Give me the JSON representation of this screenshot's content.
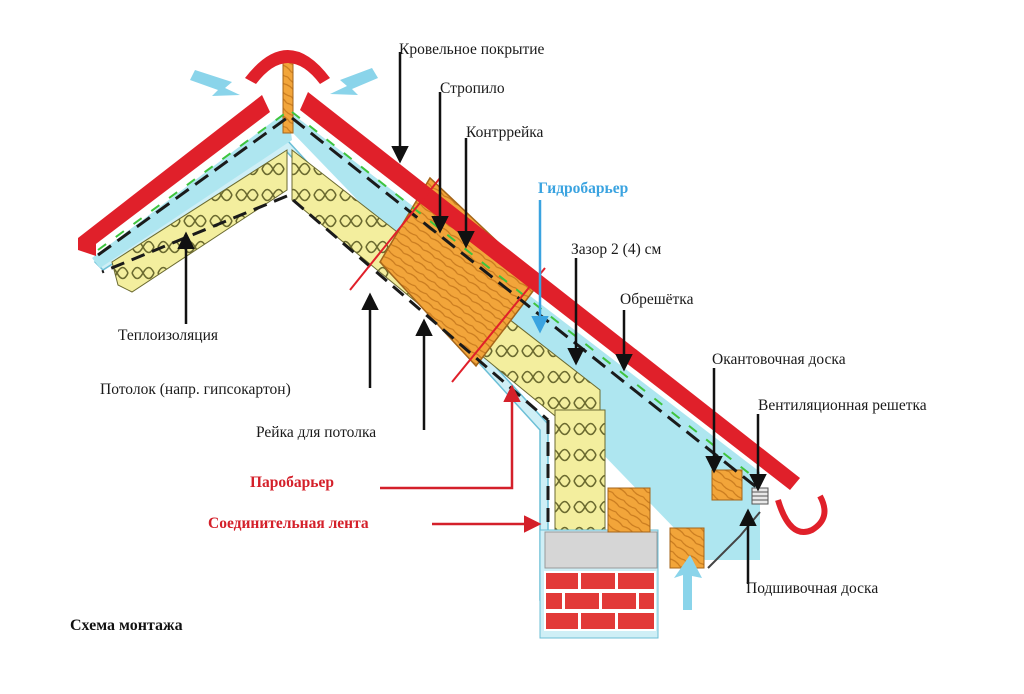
{
  "caption": "Схема монтажа",
  "labels": {
    "roof_cover": "Кровельное покрытие",
    "rafter": "Стропило",
    "counter_batten": "Контррейка",
    "water_barrier": "Гидробарьер",
    "gap": "Зазор 2 (4) см",
    "battens": "Обрешётка",
    "edge_board": "Окантовочная доска",
    "vent_grille": "Вентиляционная решетка",
    "insulation": "Теплоизоляция",
    "ceiling": "Потолок (напр. гипсокартон)",
    "ceiling_rail": "Рейка для потолка",
    "vapor_barrier": "Паробарьер",
    "joint_tape": "Соединительная лента",
    "soffit_board": "Подшивочная доска"
  },
  "colors": {
    "roof_red": "#e0202a",
    "membrane_cyan": "#aee6f0",
    "insulation_yellow": "#f3ee9e",
    "wood": "#f2a53a",
    "arrow_blue": "#8ad4ea",
    "label_red": "#d4202a",
    "label_blue": "#3aa3e0",
    "brick": "#e23a38"
  }
}
